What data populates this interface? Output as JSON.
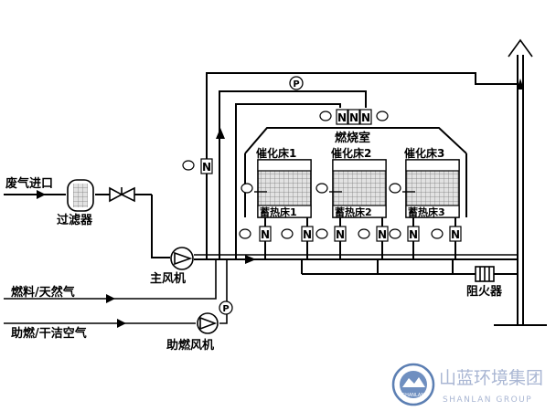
{
  "labels": {
    "waste_gas_inlet": "废气进口",
    "filter": "过滤器",
    "main_fan": "主风机",
    "fuel": "燃料/天然气",
    "combustion_air": "助燃/干洁空气",
    "combustion_fan": "助燃风机",
    "flame_arrestor": "阻火器",
    "combustion_chamber": "燃烧室",
    "catalytic_bed_1": "催化床1",
    "catalytic_bed_2": "催化床2",
    "catalytic_bed_3": "催化床3",
    "regen_bed_1": "蓄热床1",
    "regen_bed_2": "蓄热床2",
    "regen_bed_3": "蓄热床3"
  },
  "symbols": {
    "pressure": "P",
    "valve": "N"
  },
  "watermark": {
    "company_cn": "山蓝环境集团",
    "company_en": "SHANLAN GROUP",
    "logo_text": "SHANLAN"
  },
  "colors": {
    "line": "#000000",
    "bed_fill": "#d9d9d9",
    "watermark": "#a9b6d3",
    "logo": "#5c7fb3"
  }
}
